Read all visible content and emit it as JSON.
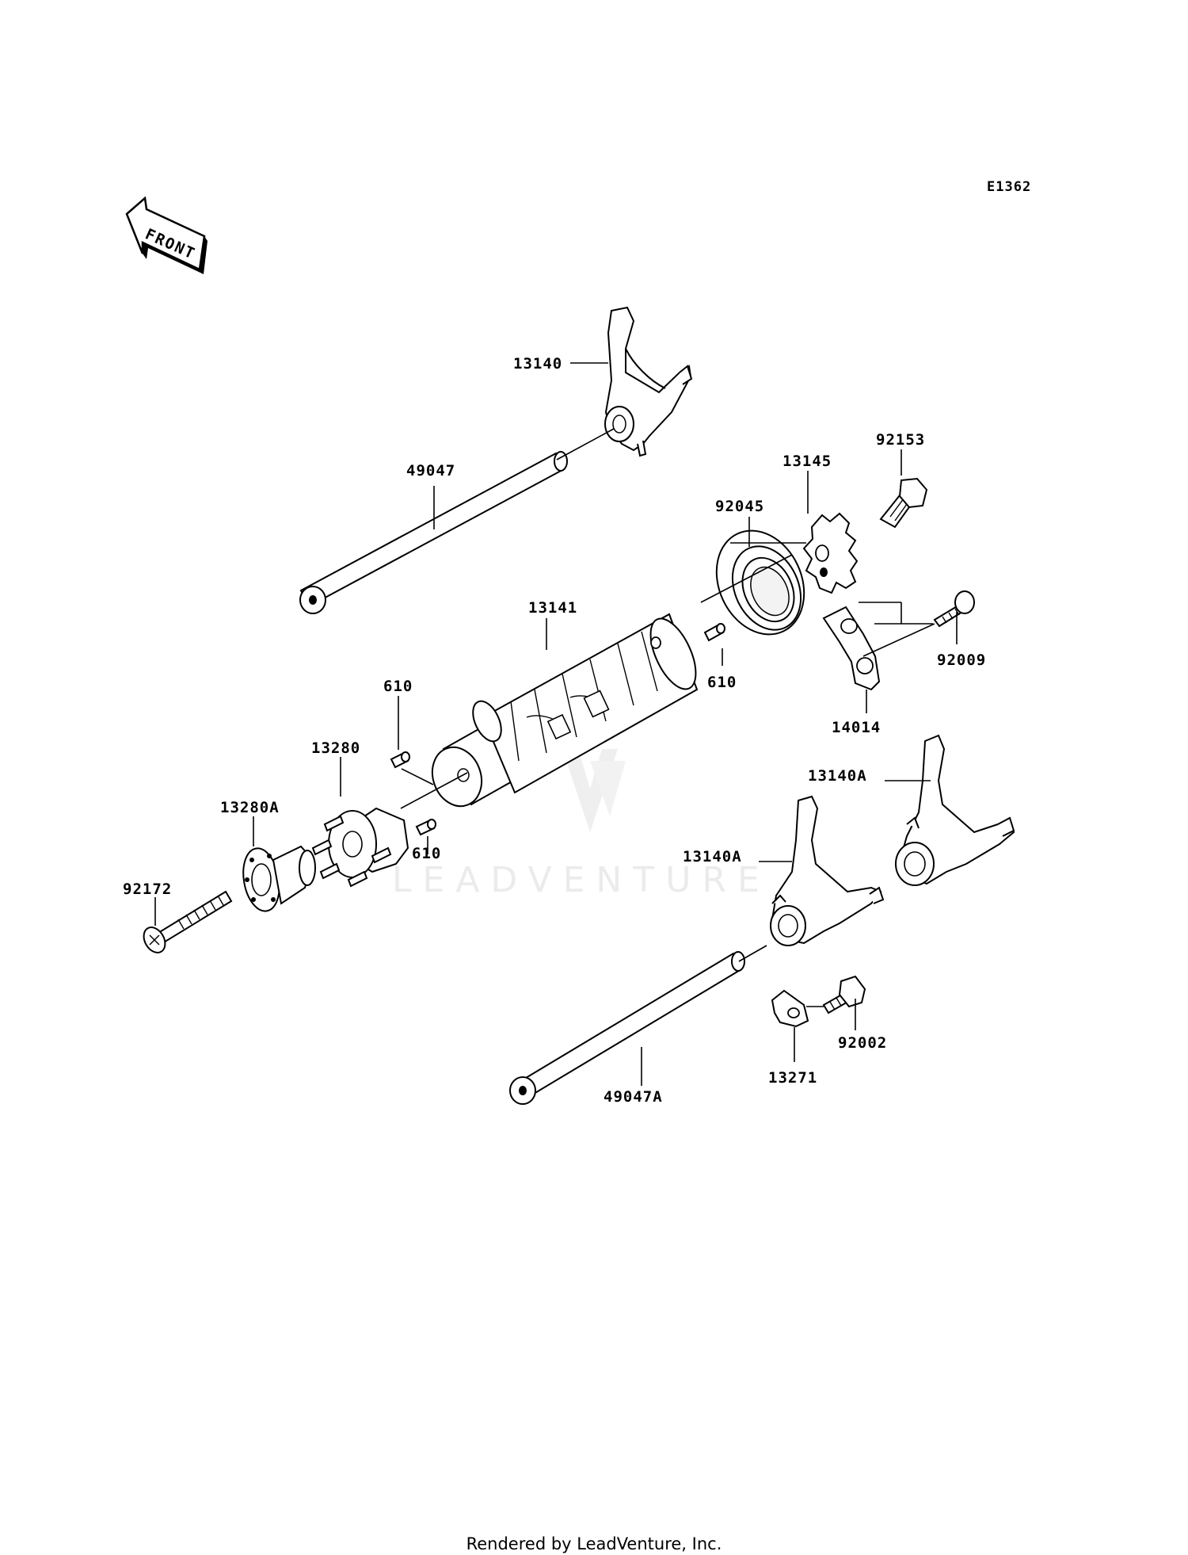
{
  "diagram_code": "E1362",
  "front_arrow": "FRONT",
  "watermark": "LEADVENTURE",
  "labels": {
    "p13140": "13140",
    "p49047": "49047",
    "p13145": "13145",
    "p92153": "92153",
    "p92045": "92045",
    "p13141": "13141",
    "p610_a": "610",
    "p610_b": "610",
    "p610_c": "610",
    "p92009": "92009",
    "p14014": "14014",
    "p13280": "13280",
    "p13280A": "13280A",
    "p92172": "92172",
    "p13140A_a": "13140A",
    "p13140A_b": "13140A",
    "p92002": "92002",
    "p13271": "13271",
    "p49047A": "49047A"
  },
  "footer": "Rendered by LeadVenture, Inc."
}
